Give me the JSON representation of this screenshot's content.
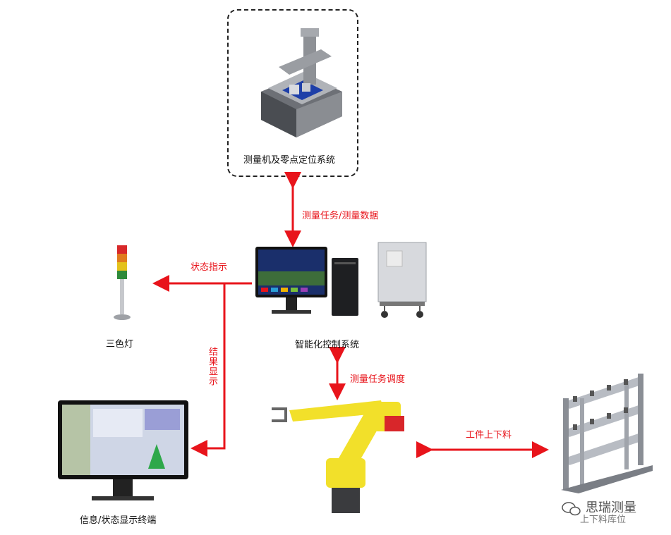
{
  "nodes": {
    "cmm": "测量机及零点定位系统",
    "control": "智能化控制系统",
    "tower_light": "三色灯",
    "display": "信息/状态显示终端",
    "rack": "上下料库位"
  },
  "edges": {
    "cmm_control": "测量任务/测量数据",
    "status": "状态指示",
    "result": "结果显示",
    "robot": "测量任务调度",
    "loading": "工件上下料"
  },
  "watermark": "思瑞测量",
  "colors": {
    "arrow": "#e8141b",
    "robot": "#f2e02a",
    "screen": "#1a2f6b"
  }
}
